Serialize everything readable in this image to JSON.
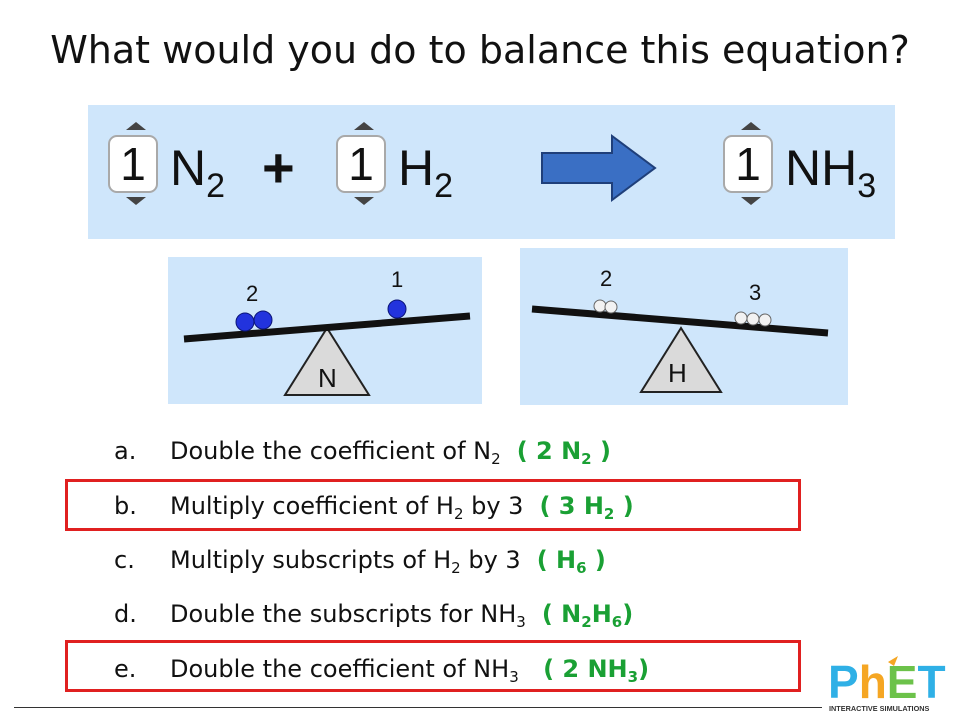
{
  "title": "What would you do to balance this equation?",
  "equation": {
    "reactant1": {
      "coefficient": "1",
      "formula": "N",
      "subscript": "2"
    },
    "plus": "+",
    "reactant2": {
      "coefficient": "1",
      "formula": "H",
      "subscript": "2"
    },
    "product": {
      "coefficient": "1",
      "formula": "NH",
      "subscript": "3"
    }
  },
  "balances": {
    "nitrogen": {
      "label": "N",
      "left_count": "2",
      "right_count": "1"
    },
    "hydrogen": {
      "label": "H",
      "left_count": "2",
      "right_count": "3"
    }
  },
  "options": [
    {
      "letter": "a.",
      "text": "Double the coefficient of N",
      "sub": "2",
      "answer_pre": "( 2 N",
      "answer_sub": "2",
      "answer_post": " )"
    },
    {
      "letter": "b.",
      "text": "Multiply coefficient  of H",
      "sub": "2",
      "text2": " by 3",
      "answer_pre": "( 3 H",
      "answer_sub": "2",
      "answer_post": " )"
    },
    {
      "letter": "c.",
      "text": "Multiply subscripts  of H",
      "sub": "2",
      "text2": " by 3",
      "answer_pre": "( H",
      "answer_sub": "6",
      "answer_post": " )"
    },
    {
      "letter": "d.",
      "text": "Double the subscripts for NH",
      "sub": "3",
      "answer_pre": "( N",
      "answer_sub": "2",
      "answer_mid": "H",
      "answer_sub2": "6",
      "answer_post": ")"
    },
    {
      "letter": "e.",
      "text": "Double the coefficient of NH",
      "sub": "3",
      "answer_pre": "( 2 NH",
      "answer_sub": "3",
      "answer_post": ")"
    }
  ],
  "highlighted_options": [
    "b.",
    "e."
  ],
  "logo": {
    "main": "PhET",
    "tagline": "INTERACTIVE SIMULATIONS"
  },
  "colors": {
    "panel": "#cfe6fb",
    "arrow": "#3a6fc4",
    "answer": "#1aa034",
    "highlight": "#e02020",
    "nitrogen": "#2233dd"
  }
}
